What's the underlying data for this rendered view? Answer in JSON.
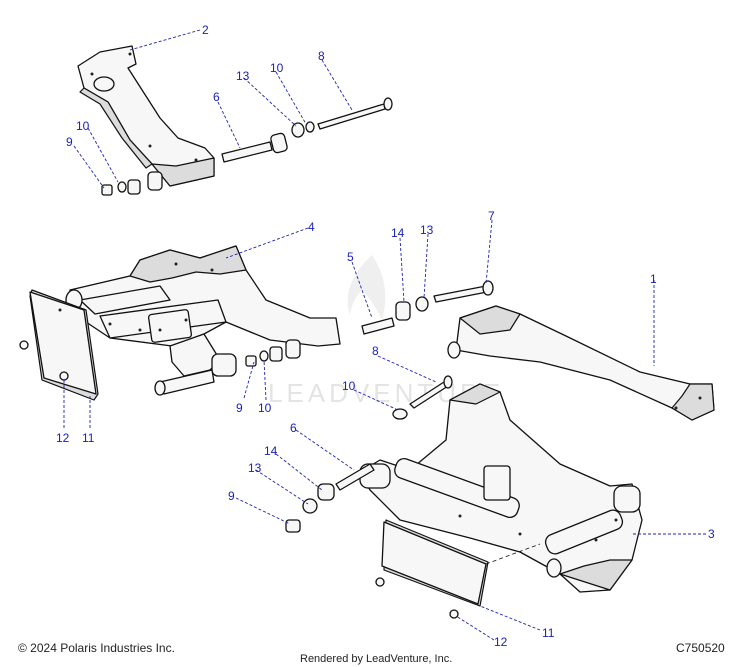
{
  "callouts": {
    "c1": "1",
    "c2": "2",
    "c3": "3",
    "c4": "4",
    "c5": "5",
    "c6_top": "6",
    "c6_mid": "6",
    "c7": "7",
    "c8_top": "8",
    "c8_mid": "8",
    "c9_top": "9",
    "c9_mid": "9",
    "c9_bot": "9",
    "c10_top_a": "10",
    "c10_top_b": "10",
    "c10_mid_a": "10",
    "c10_mid_b": "10",
    "c11_left": "11",
    "c11_bot": "11",
    "c12_left": "12",
    "c12_bot": "12",
    "c13_top": "13",
    "c13_mid": "13",
    "c13_bot": "13",
    "c14_mid": "14",
    "c14_bot": "14"
  },
  "footer": {
    "copyright": "© 2024 Polaris Industries Inc.",
    "rendered_by": "Rendered by LeadVenture, Inc.",
    "diagram_code": "C750520"
  },
  "watermark": "LEADVENTURE",
  "colors": {
    "callout": "#1a23b5",
    "line": "#111111",
    "fill": "#f7f7f7"
  }
}
